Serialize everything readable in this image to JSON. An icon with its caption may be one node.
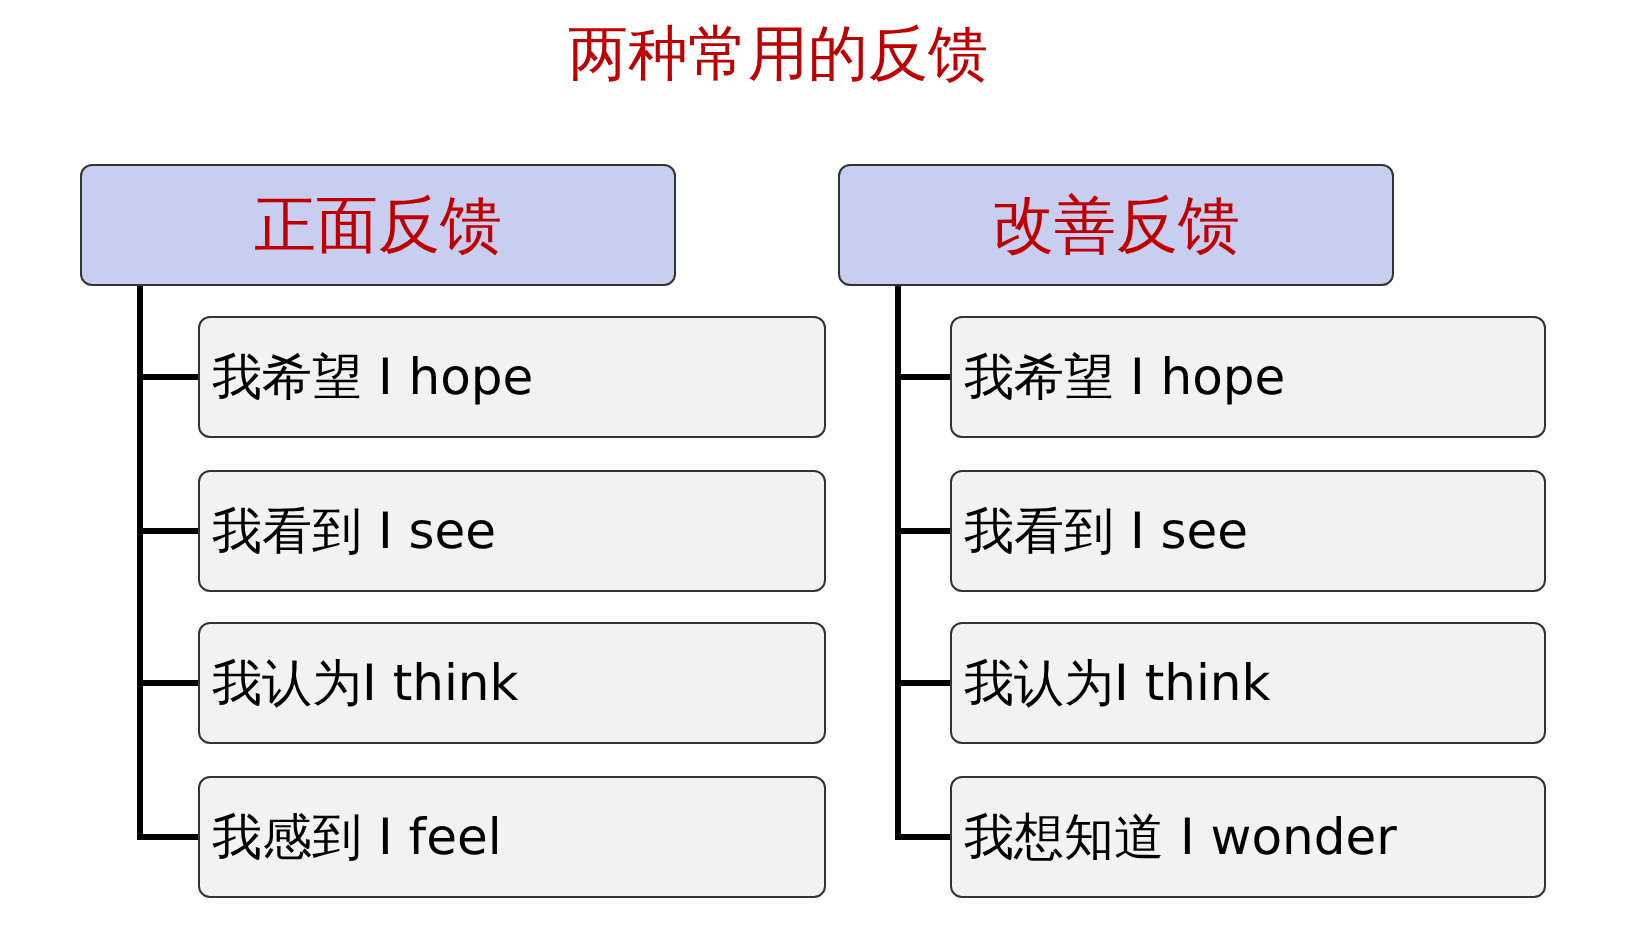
{
  "diagram": {
    "title": "两种常用的反馈",
    "nodes": [
      {
        "text": [
          "正面反馈"
        ]
      },
      {
        "text": [
          "我希望 I hope"
        ]
      },
      {
        "text": [
          "我看到 I see"
        ]
      },
      {
        "text": [
          "我认为I think"
        ]
      },
      {
        "text": [
          "我感到 I feel"
        ]
      },
      {
        "text": [
          "改善反馈"
        ]
      },
      {
        "text": [
          "我希望 I hope"
        ]
      },
      {
        "text": [
          "我看到 I see"
        ]
      },
      {
        "text": [
          "我认为I think"
        ]
      },
      {
        "text": [
          "我想知道 I wonder"
        ]
      }
    ],
    "edges": [
      {
        "from": 0,
        "to": 1,
        "arrow": "none"
      },
      {
        "from": 0,
        "to": 2,
        "arrow": "none"
      },
      {
        "from": 0,
        "to": 3,
        "arrow": "none"
      },
      {
        "from": 0,
        "to": 4,
        "arrow": "none"
      },
      {
        "from": 5,
        "to": 6,
        "arrow": "none"
      },
      {
        "from": 5,
        "to": 7,
        "arrow": "none"
      },
      {
        "from": 5,
        "to": 8,
        "arrow": "none"
      },
      {
        "from": 5,
        "to": 9,
        "arrow": "none"
      }
    ]
  }
}
